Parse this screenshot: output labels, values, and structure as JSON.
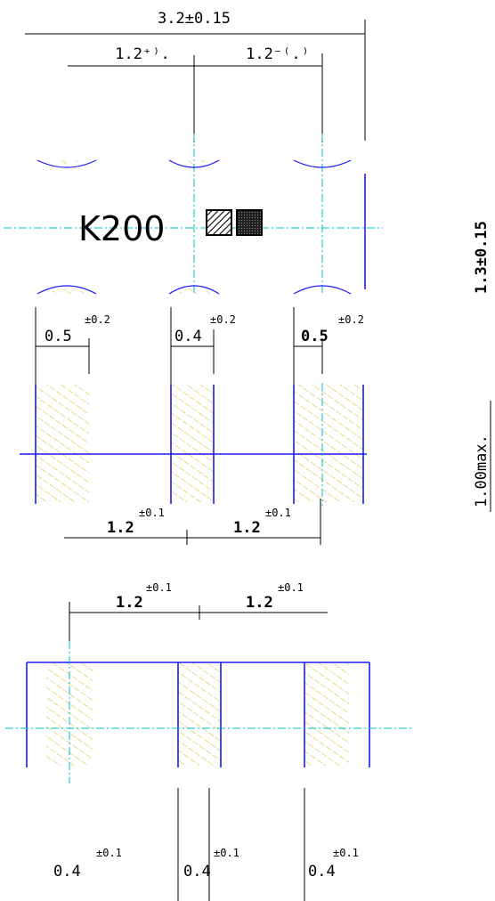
{
  "dimensions": {
    "overall_length": "3.2±0.15",
    "top_left_pitch": "1.2⁺⁾.",
    "top_right_pitch": "1.2⁻⁽.⁾",
    "pad_width_left": "0.5",
    "pad_width_mid": "0.4",
    "pad_width_right": "0.5",
    "pad_tol": "±0.2",
    "mid_pitch_left": "1.2",
    "mid_pitch_right": "1.2",
    "bottom_pitch_left": "1.2",
    "bottom_pitch_right": "1.2",
    "pitch_tol": "±0.1",
    "lead_width_left": "0.4",
    "lead_width_mid": "0.4",
    "lead_width_right": "0.4",
    "lead_tol": "±0.1",
    "side_width": "1.3±0.15",
    "side_height": "1.00max."
  },
  "marking": {
    "text": "K200"
  }
}
